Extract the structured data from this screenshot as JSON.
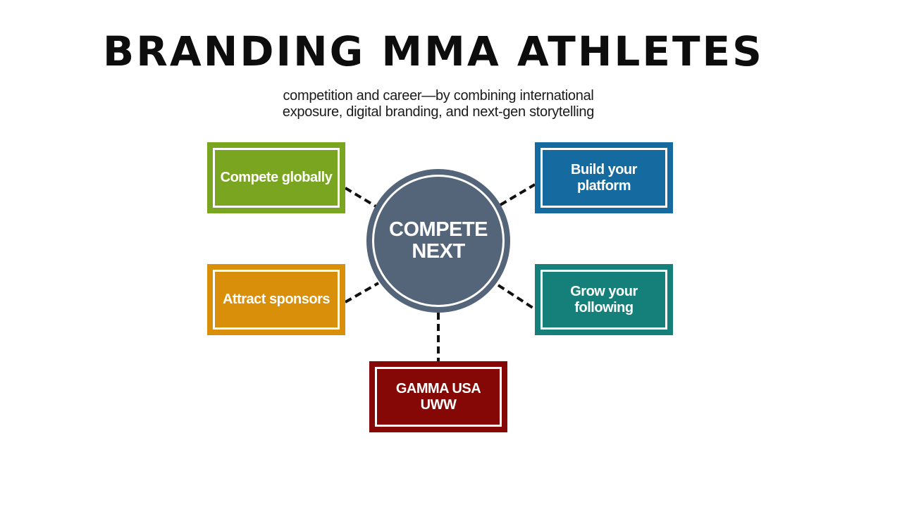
{
  "title": "BRANDING MMA ATHLETES",
  "subtitle": {
    "line1": "competition and career—by combining international",
    "line2": "exposure, digital branding, and next-gen storytelling"
  },
  "hub": {
    "line1": "COMPETE",
    "line2": "NEXT",
    "color": "#556579"
  },
  "nodes": {
    "compete_globally": {
      "line1": "Compete globally",
      "line2": "",
      "color": "#7aa521"
    },
    "attract_sponsors": {
      "line1": "Attract sponsors",
      "line2": "",
      "color": "#da8f0a"
    },
    "build_platform": {
      "line1": "Build your",
      "line2": "platform",
      "color": "#156aa0"
    },
    "grow_following": {
      "line1": "Grow your",
      "line2": "following",
      "color": "#158079"
    },
    "gamma": {
      "line1": "GAMMA USA",
      "line2": "UWW",
      "color": "#850806"
    }
  },
  "connector_style": "dashed"
}
